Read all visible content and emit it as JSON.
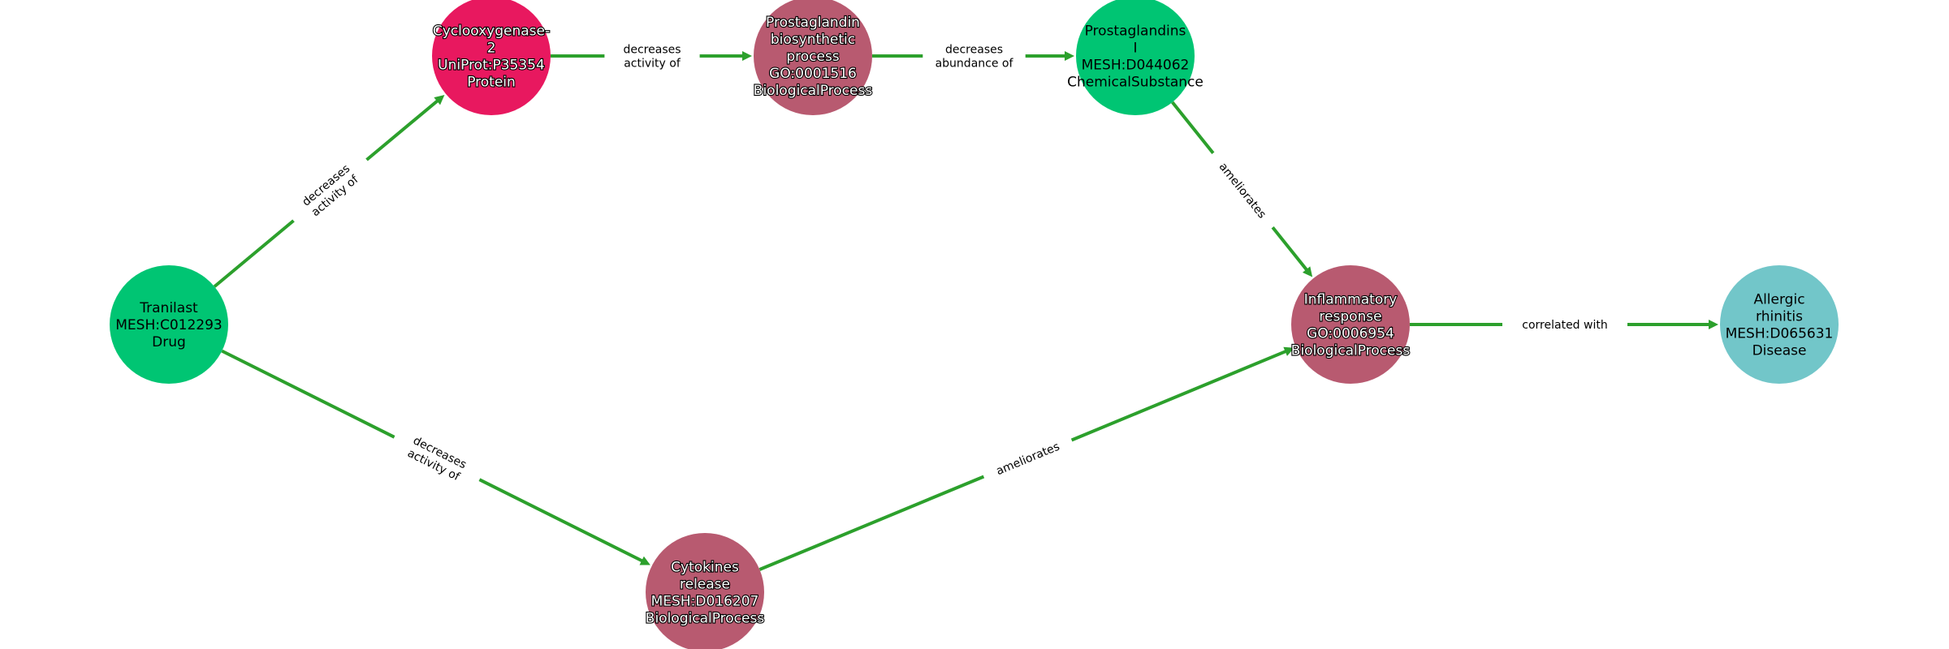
{
  "colors": {
    "edge": "#2ca02c",
    "drug": "#00c573",
    "protein": "#e8185f",
    "process": "#b85a70",
    "chemical": "#00c573",
    "disease": "#72c6c9"
  },
  "nodes": [
    {
      "id": "tranilast",
      "lines": [
        "Tranilast",
        "MESH:C012293",
        "Drug"
      ],
      "type": "drug",
      "outlined": false
    },
    {
      "id": "cox2",
      "lines": [
        "Cyclooxygenase-",
        "2",
        "UniProt:P35354",
        "Protein"
      ],
      "type": "protein",
      "outlined": true
    },
    {
      "id": "pgbio",
      "lines": [
        "Prostaglandin",
        "biosynthetic",
        "process",
        "GO:0001516",
        "BiologicalProcess"
      ],
      "type": "process",
      "outlined": true
    },
    {
      "id": "pgi",
      "lines": [
        "Prostaglandins",
        "I",
        "MESH:D044062",
        "ChemicalSubstance"
      ],
      "type": "chemical",
      "outlined": false
    },
    {
      "id": "inflam",
      "lines": [
        "Inflammatory",
        "response",
        "GO:0006954",
        "BiologicalProcess"
      ],
      "type": "process",
      "outlined": true
    },
    {
      "id": "allergic",
      "lines": [
        "Allergic",
        "rhinitis",
        "MESH:D065631",
        "Disease"
      ],
      "type": "disease",
      "outlined": false
    },
    {
      "id": "cytokines",
      "lines": [
        "Cytokines",
        "release",
        "MESH:D016207",
        "BiologicalProcess"
      ],
      "type": "process",
      "outlined": true
    }
  ],
  "edges": [
    {
      "source": "tranilast",
      "target": "cox2",
      "lines": [
        "decreases",
        "activity of"
      ]
    },
    {
      "source": "cox2",
      "target": "pgbio",
      "lines": [
        "decreases",
        "activity of"
      ]
    },
    {
      "source": "pgbio",
      "target": "pgi",
      "lines": [
        "decreases",
        "abundance of"
      ]
    },
    {
      "source": "pgi",
      "target": "inflam",
      "lines": [
        "ameliorates"
      ]
    },
    {
      "source": "inflam",
      "target": "allergic",
      "lines": [
        "correlated with"
      ]
    },
    {
      "source": "tranilast",
      "target": "cytokines",
      "lines": [
        "decreases",
        "activity of"
      ]
    },
    {
      "source": "cytokines",
      "target": "inflam",
      "lines": [
        "ameliorates"
      ]
    }
  ]
}
